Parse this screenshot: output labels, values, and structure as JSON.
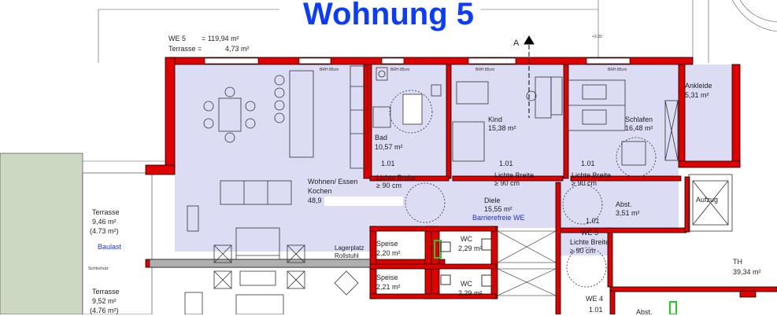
{
  "title": "Wohnung 5",
  "summary": {
    "we5_label": "WE 5",
    "we5_value": "= 119,94 m²",
    "terrasse_label": "Terrasse =",
    "terrasse_value": "4,73 m²"
  },
  "level_mark": "+3.33",
  "section_mark": "A",
  "window_tag": "BRH 85cm",
  "rooms": {
    "wohnen": {
      "name": "Wohnen/ Essen",
      "name2": "Kochen",
      "area": "48,9"
    },
    "bad": {
      "name": "Bad",
      "area": "10,57 m²"
    },
    "kind": {
      "name": "Kind",
      "area": "15,38 m²"
    },
    "schlafen": {
      "name": "Schlafen",
      "area": "16,48 m²"
    },
    "ankleide": {
      "name": "Ankleide",
      "area": "5,31 m²"
    },
    "diele": {
      "name": "Diele",
      "area": "15,55 m²",
      "note": "Barrierefreie WE"
    },
    "abst": {
      "name": "Abst.",
      "area": "3,51 m²"
    },
    "aufzug": {
      "name": "Aufzug"
    },
    "speise1": {
      "name": "Speise",
      "area": "2,20 m²"
    },
    "speise2": {
      "name": "Speise",
      "area": "2,21 m²"
    },
    "wc1": {
      "name": "WC",
      "area": "2,29 m²"
    },
    "wc2": {
      "name": "WC",
      "area": "2,29 m²"
    },
    "lager": {
      "name": "Lagerplatz",
      "name2": "Rollstuhl"
    },
    "th": {
      "name": "TH",
      "area": "39,34 m²"
    },
    "terrasse1": {
      "name": "Terrasse",
      "area": "9,46 m²",
      "area2": "(4.73 m²)",
      "note": "Baulast"
    },
    "terrasse2": {
      "name": "Terrasse",
      "area": "9,52 m²",
      "area2": "(4.76 m²)"
    },
    "abst_lower": {
      "name": "Abst."
    }
  },
  "labels": {
    "sichtschutz": "Sichtschutz",
    "we5_small": "WE 5",
    "we4_small": "WE 4",
    "dim_101": "1.01",
    "lichte": "Lichte Breite",
    "ge90": "≥ 90 cm"
  },
  "colors": {
    "wall": "#e00000",
    "wall_edge": "#000000",
    "room": "#dcdcf5",
    "terrace": "#ccd8c2",
    "title": "#0a3cff"
  }
}
